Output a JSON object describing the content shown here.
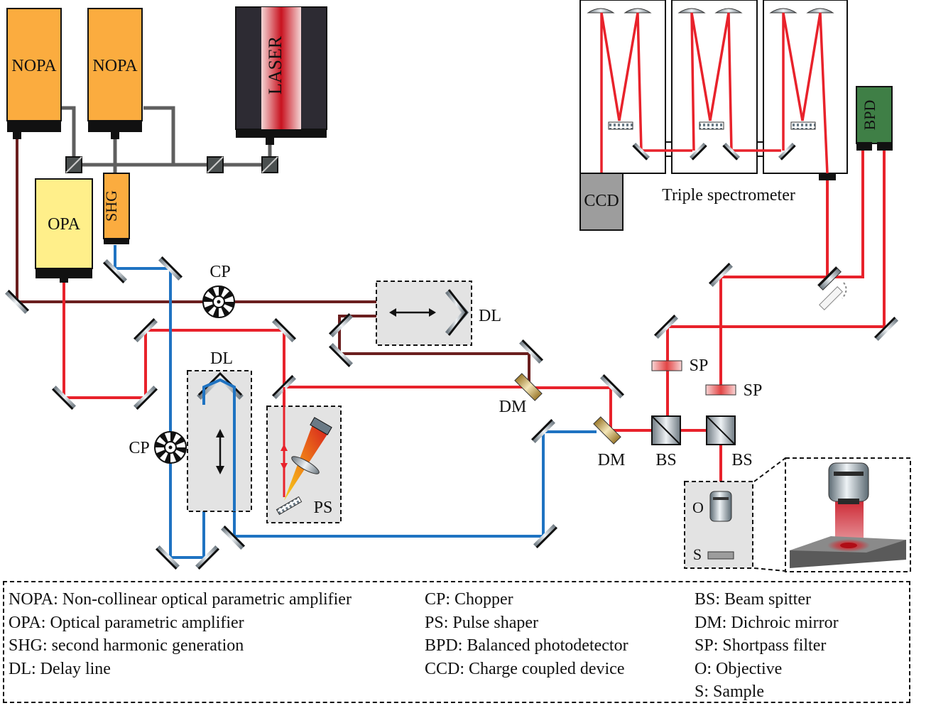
{
  "colors": {
    "red_beam": "#e8222b",
    "dark_beam": "#6b1f1f",
    "blue_beam": "#1f73c2",
    "gray_line": "#5f5f5f",
    "nopa_fill": "#fbac3f",
    "opa_fill": "#ffef8a",
    "laser_body": "#2d2b33",
    "bpd_fill": "#3f7f46",
    "ccd_fill": "#9d9d9d",
    "panel_fill": "#e3e3e3"
  },
  "devices": {
    "nopa1": "NOPA",
    "nopa2": "NOPA",
    "laser": "LASER",
    "opa": "OPA",
    "shg": "SHG",
    "bpd": "BPD",
    "ccd": "CCD"
  },
  "labels": {
    "triple_spectrometer": "Triple spectrometer",
    "cp_top": "CP",
    "cp_left": "CP",
    "dl_top": "DL",
    "dl_left": "DL",
    "ps": "PS",
    "dm_upper": "DM",
    "dm_lower": "DM",
    "bs_left": "BS",
    "bs_right": "BS",
    "sp_left": "SP",
    "sp_right": "SP",
    "objective": "O",
    "sample": "S"
  },
  "legend": {
    "col1": [
      "NOPA: Non-collinear optical parametric amplifier",
      "OPA: Optical parametric amplifier",
      "SHG: second harmonic generation",
      "DL: Delay line"
    ],
    "col2": [
      "CP: Chopper",
      "PS: Pulse shaper",
      "BPD: Balanced photodetector",
      "CCD: Charge coupled device"
    ],
    "col3": [
      "BS: Beam spitter",
      "DM: Dichroic mirror",
      "SP: Shortpass filter",
      "O: Objective",
      "S: Sample"
    ]
  }
}
